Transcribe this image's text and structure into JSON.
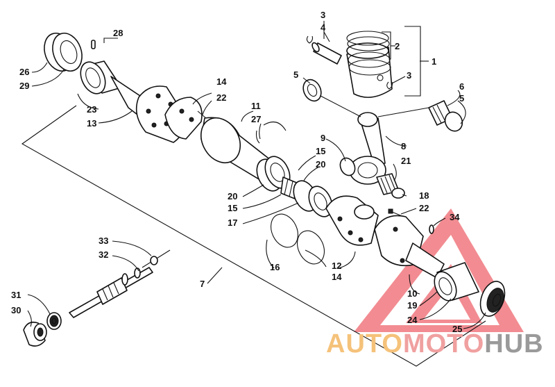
{
  "diagram": {
    "labels": [
      "1",
      "2",
      "3",
      "3",
      "4",
      "5",
      "5",
      "6",
      "7",
      "8",
      "9",
      "10",
      "11",
      "12",
      "13",
      "14",
      "14",
      "15",
      "15",
      "16",
      "17",
      "18",
      "19",
      "20",
      "20",
      "21",
      "22",
      "22",
      "23",
      "24",
      "25",
      "26",
      "27",
      "28",
      "29",
      "30",
      "31",
      "32",
      "33",
      "34"
    ]
  },
  "watermark": {
    "part1": "AUTO",
    "part2": "MOTO",
    "part3": "HUB",
    "colors": {
      "triangle": "#e8303a",
      "auto": "#f5c27a",
      "moto": "#f0a0a0",
      "hub": "#9a9a9a"
    }
  }
}
